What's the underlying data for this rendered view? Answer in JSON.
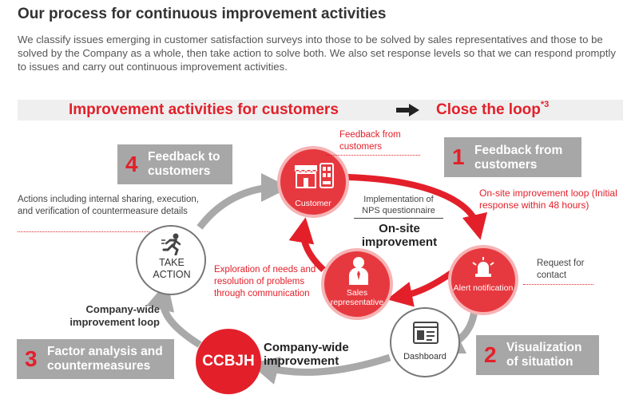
{
  "title": "Our process for continuous improvement activities",
  "intro": "We classify issues emerging in customer satisfaction surveys into those to be solved by sales representatives and those to be solved by the Company as a whole, then take action to solve both. We also set response levels so that we can respond promptly to issues and carry out continuous improvement activities.",
  "banner": {
    "left": "Improvement activities for customers",
    "right": "Close the loop",
    "note": "*3"
  },
  "steps": [
    {
      "num": "1",
      "label": "Feedback from customers"
    },
    {
      "num": "2",
      "label": "Visualization of situation"
    },
    {
      "num": "3",
      "label": "Factor analysis and countermeasures"
    },
    {
      "num": "4",
      "label": "Feedback to customers"
    }
  ],
  "nodes": {
    "customer": "Customer",
    "alert": "Alert notification",
    "sales": "Sales representative",
    "dashboard": "Dashboard",
    "ccbjh": "CCBJH",
    "take_action": "TAKE ACTION"
  },
  "annotations": {
    "feedback_from_customers": "Feedback from customers",
    "nps": "Implementation of NPS questionnaire",
    "onsite_improvement": "On-site improvement",
    "onsite_loop": "On-site improvement loop (Initial response within 48 hours)",
    "request_contact": "Request for contact",
    "exploration": "Exploration of needs and resolution of problems through communication",
    "actions": "Actions including internal sharing, execution, and verification of countermeasure details",
    "company_loop": "Company-wide improvement loop",
    "company_improvement": "Company-wide improvement"
  },
  "colors": {
    "accent": "#e3202a",
    "grey_box": "#a7a7a7",
    "arrow_grey": "#a9a9a9"
  }
}
